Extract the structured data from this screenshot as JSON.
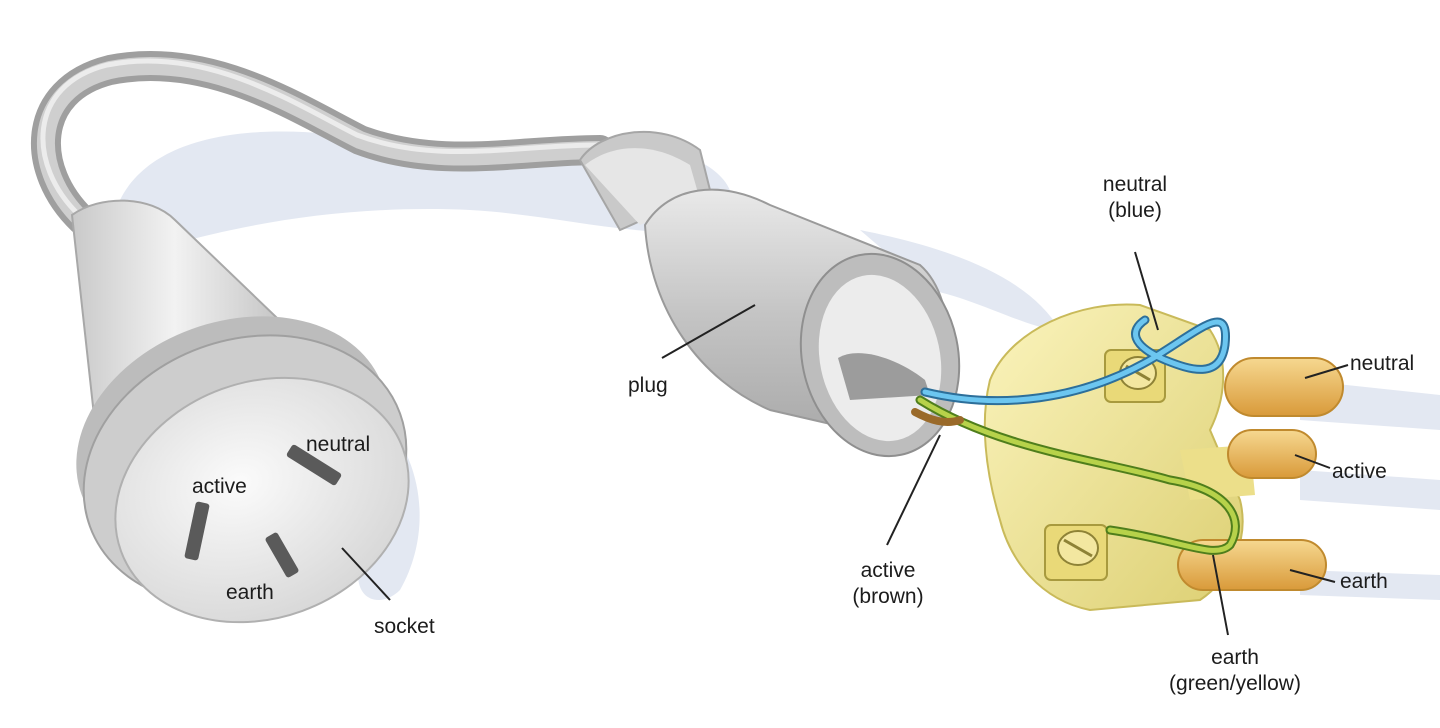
{
  "diagram": {
    "labels": {
      "socket_neutral": "neutral",
      "socket_active": "active",
      "socket_earth": "earth",
      "socket": "socket",
      "plug": "plug",
      "wire_neutral_line1": "neutral",
      "wire_neutral_line2": "(blue)",
      "wire_active_line1": "active",
      "wire_active_line2": "(brown)",
      "wire_earth_line1": "earth",
      "wire_earth_line2": "(green/yellow)",
      "pin_neutral": "neutral",
      "pin_active": "active",
      "pin_earth": "earth"
    },
    "colors": {
      "cable": "#b9b9b9",
      "shell": "#d8d8d8",
      "shadow": "#dfe5f0",
      "wire_neutral": "#5ab7e6",
      "wire_earth": "#8cb83a",
      "insert": "#efe59a",
      "pin": "#e8b54f",
      "leader": "#222222"
    }
  }
}
